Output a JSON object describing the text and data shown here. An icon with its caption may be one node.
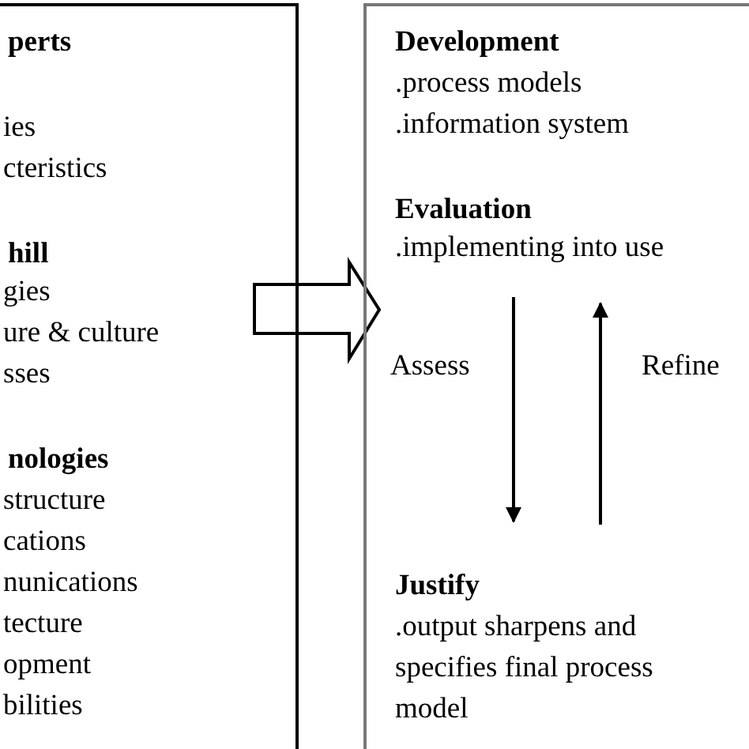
{
  "diagram": {
    "nodes": [
      {
        "text": [
          "perts",
          "ies",
          "cteristics",
          "hill",
          "gies",
          "ure & culture",
          "sses",
          "nologies",
          "structure",
          "cations",
          "nunications",
          "tecture",
          "opment",
          "bilities"
        ]
      },
      {
        "text": [
          "Development",
          ".process models",
          ".information system"
        ]
      },
      {
        "text": [
          "Evaluation",
          ".implementing into use"
        ],
        "in": 1
      },
      {
        "text": [
          "Justify",
          ".output sharpens and specifies final process model"
        ],
        "in": 1
      }
    ],
    "edges": [
      {
        "from": 0,
        "to": 1,
        "arrow": "to"
      },
      {
        "from": 2,
        "to": 3,
        "arrow": "to",
        "label": "Assess"
      },
      {
        "from": 3,
        "to": 2,
        "arrow": "to",
        "label": "Refine"
      }
    ]
  }
}
